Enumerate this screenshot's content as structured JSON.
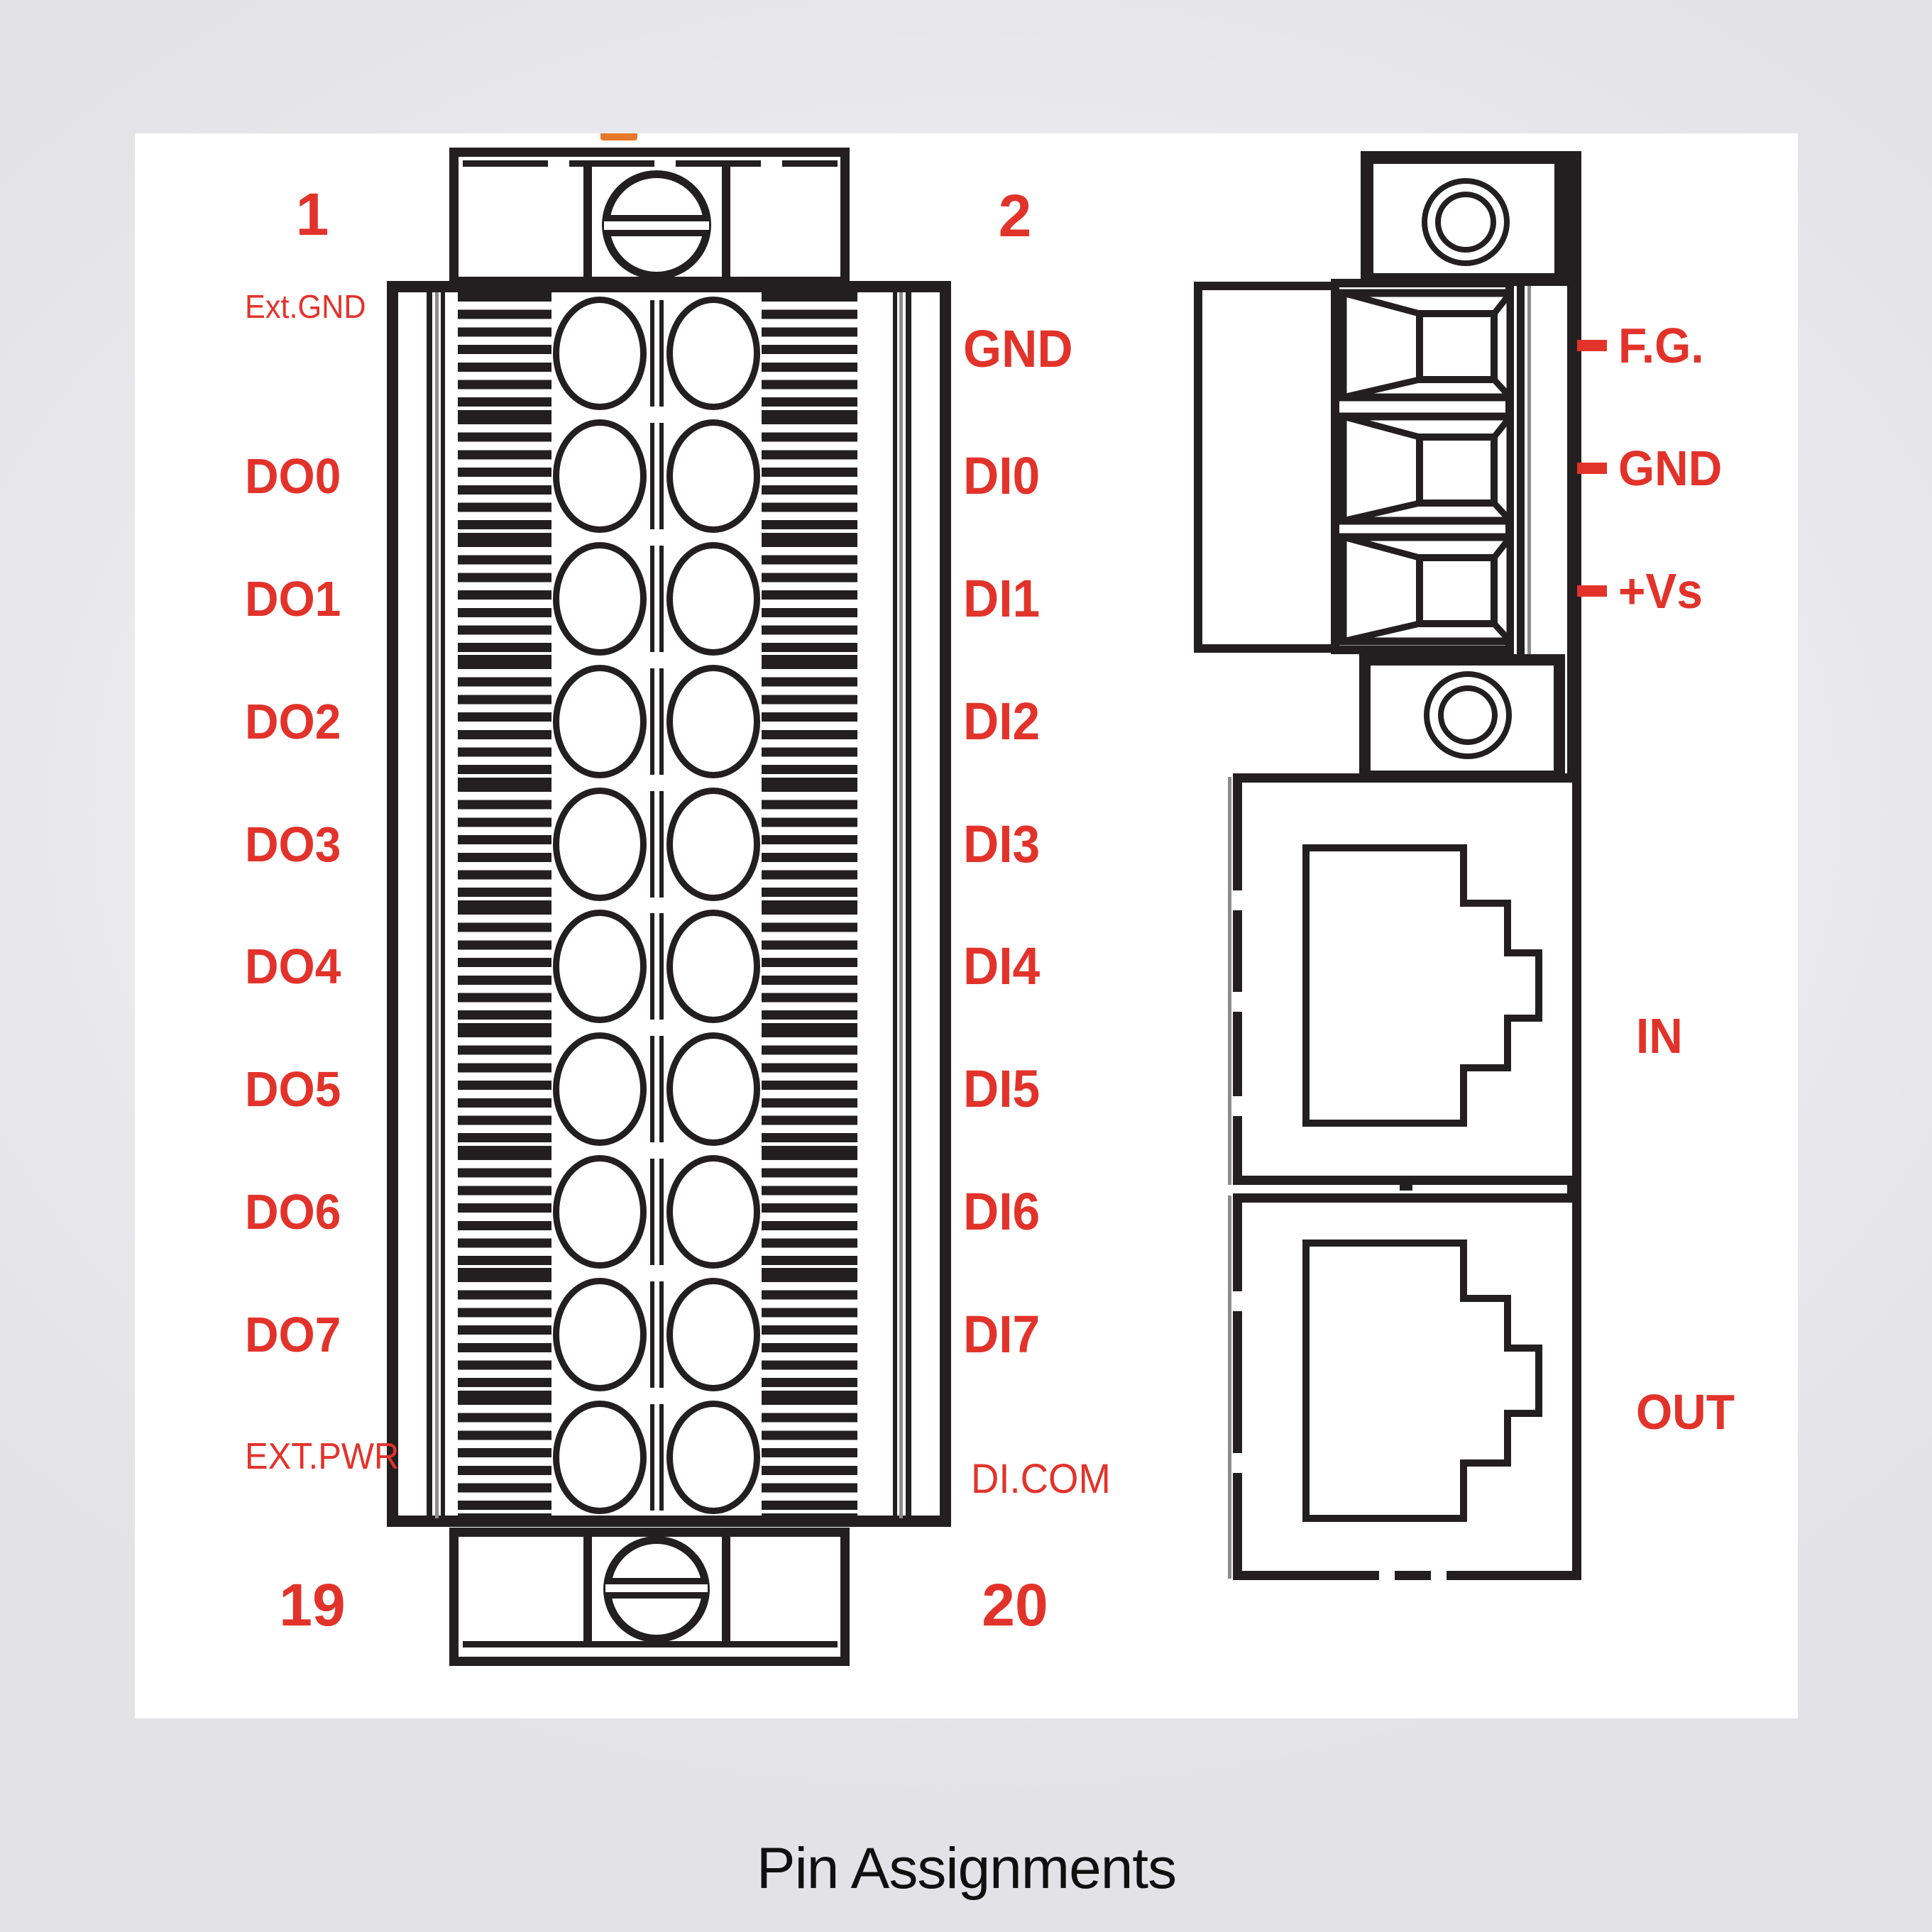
{
  "page": {
    "caption": "Pin Assignments"
  },
  "diagram": {
    "corner_pins": {
      "top_left": "1",
      "top_right": "2",
      "bottom_left": "19",
      "bottom_right": "20"
    },
    "left_labels": [
      "Ext.GND",
      "DO0",
      "DO1",
      "DO2",
      "DO3",
      "DO4",
      "DO5",
      "DO6",
      "DO7",
      "EXT.PWR"
    ],
    "right_labels": [
      "GND",
      "DI0",
      "DI1",
      "DI2",
      "DI3",
      "DI4",
      "DI5",
      "DI6",
      "DI7",
      "DI.COM"
    ],
    "power_labels": [
      "F.G.",
      "GND",
      "+Vs"
    ],
    "port_labels": [
      "IN",
      "OUT"
    ],
    "rows": 10,
    "colors": {
      "red": "#e2332b",
      "line": "#231f20",
      "orange": "#e8772a",
      "hairline": "#8c8c8c"
    }
  }
}
